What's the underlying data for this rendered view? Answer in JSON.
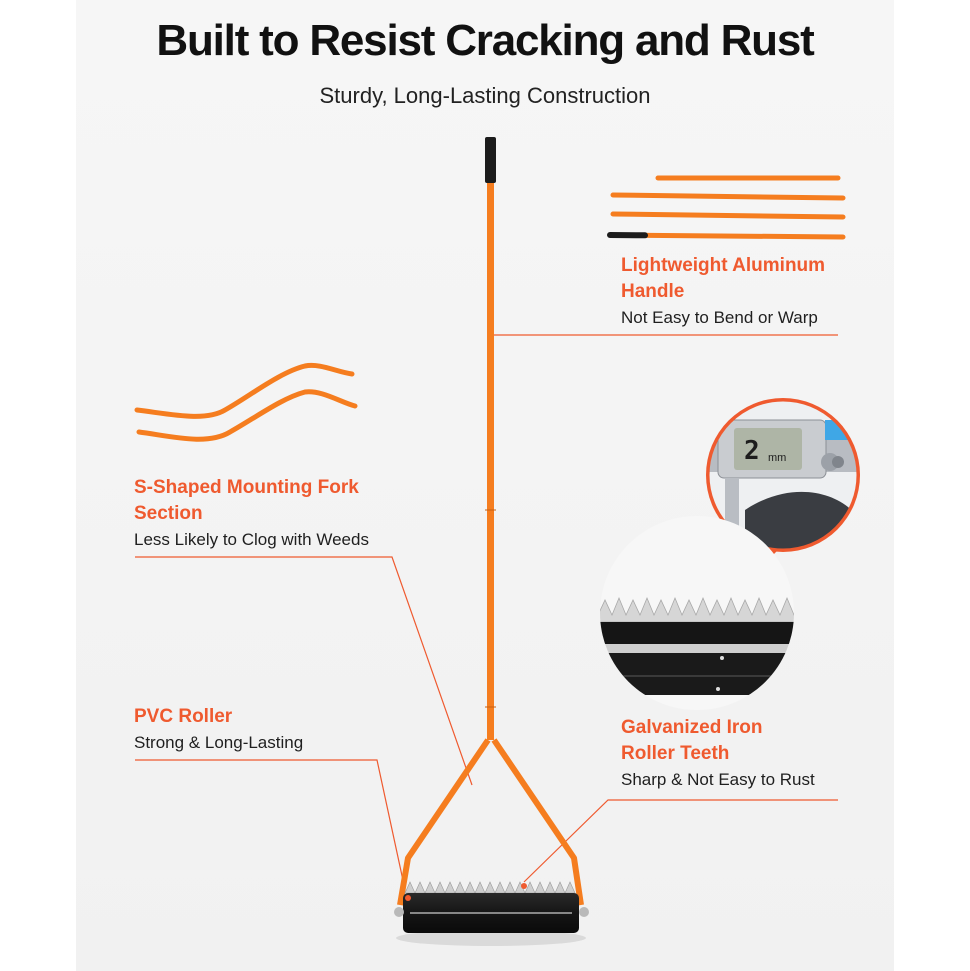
{
  "header": {
    "title": "Built to Resist Cracking and Rust",
    "subtitle": "Sturdy, Long-Lasting Construction"
  },
  "callouts": {
    "handle": {
      "title": "Lightweight Aluminum Handle",
      "desc": "Not Easy to Bend or Warp"
    },
    "fork": {
      "title": "S-Shaped Mounting Fork Section",
      "desc": "Less Likely to Clog with Weeds"
    },
    "roller": {
      "title": "PVC Roller",
      "desc": "Strong & Long-Lasting"
    },
    "teeth": {
      "title": "Galvanized Iron Roller Teeth",
      "desc": "Sharp & Not Easy to Rust"
    }
  },
  "caliper": {
    "reading": "2",
    "unit": "mm"
  },
  "colors": {
    "accent": "#ef5a2f",
    "handle_orange": "#f57d1f",
    "grip_black": "#1c1c1c"
  },
  "icons": [
    "caliper-gauge",
    "roller-teeth-closeup"
  ]
}
